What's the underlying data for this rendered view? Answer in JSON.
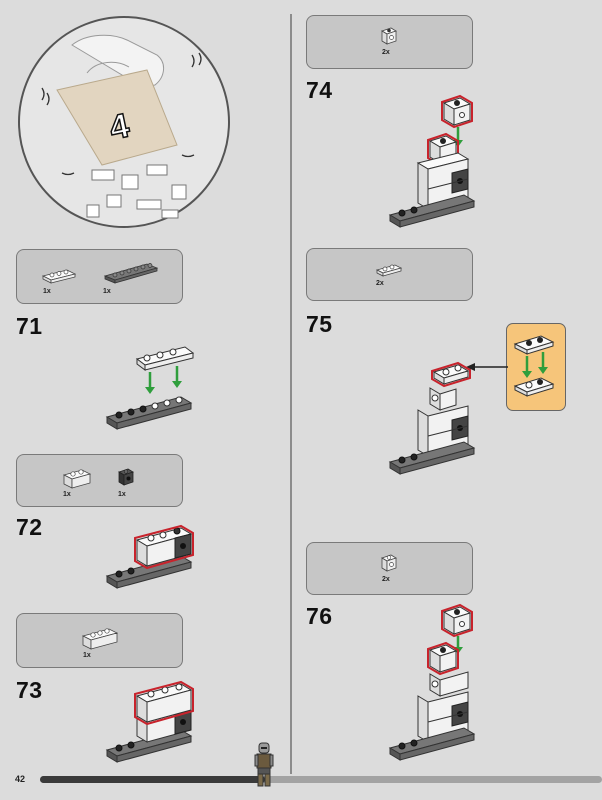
{
  "page": {
    "number": "42",
    "progress": 0.4
  },
  "bag": {
    "number": "4"
  },
  "steps": [
    {
      "number": "71",
      "parts": [
        {
          "qty": "1x"
        },
        {
          "qty": "1x"
        }
      ]
    },
    {
      "number": "72",
      "parts": [
        {
          "qty": "1x"
        },
        {
          "qty": "1x"
        }
      ]
    },
    {
      "number": "73",
      "parts": [
        {
          "qty": "1x"
        }
      ]
    },
    {
      "number": "74",
      "parts": [
        {
          "qty": "2x"
        }
      ]
    },
    {
      "number": "75",
      "parts": [
        {
          "qty": "2x"
        }
      ]
    },
    {
      "number": "76",
      "parts": [
        {
          "qty": "2x"
        }
      ]
    }
  ],
  "colors": {
    "background": "#dcdcdc",
    "parts_panel": "#c6c6c6",
    "highlight": "#c8232c",
    "arrow": "#2f9e3c",
    "callout": "#f6c57a"
  }
}
